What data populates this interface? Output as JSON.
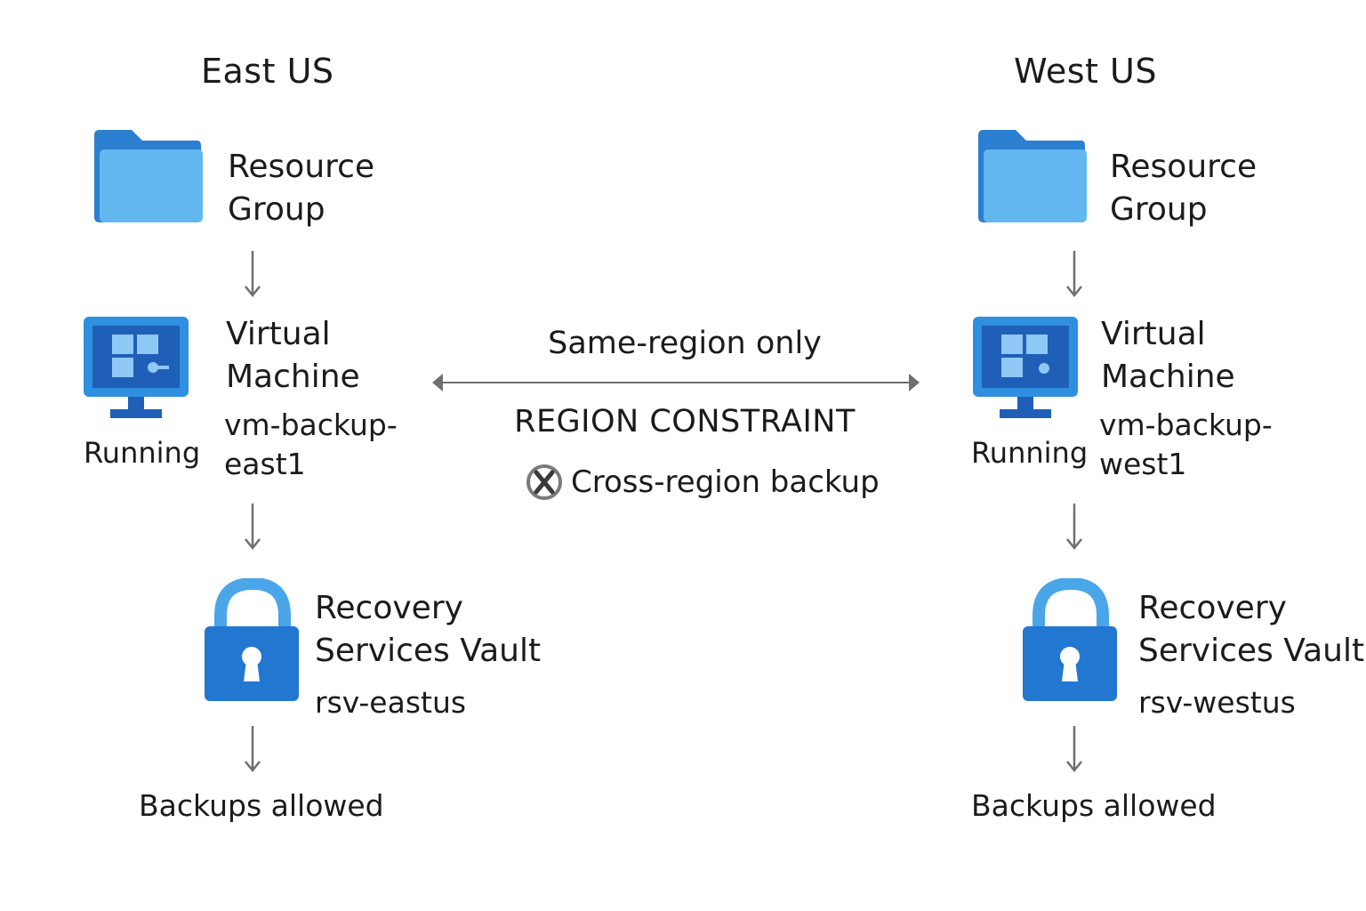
{
  "colors": {
    "folder_back": "#2b7fd0",
    "folder_front": "#62b7ef",
    "monitor": "#2f8fe0",
    "screen": "#1f5fb8",
    "tile": "#8fc8f5",
    "lock_body": "#2277d0",
    "lock_shackle": "#4aa6e8",
    "arrow": "#6f6f6f",
    "cross": "#7a7a7a"
  },
  "east": {
    "title": "East US",
    "rg_line1": "Resource",
    "rg_line2": "Group",
    "vm_line1": "Virtual",
    "vm_line2": "Machine",
    "vm_name_line1": "vm-backup-",
    "vm_name_line2": "east1",
    "vm_status": "Running",
    "vault_line1": "Recovery",
    "vault_line2": "Services Vault",
    "vault_name": "rsv-eastus",
    "backup_status": "Backups allowed"
  },
  "west": {
    "title": "West US",
    "rg_line1": "Resource",
    "rg_line2": "Group",
    "vm_line1": "Virtual",
    "vm_line2": "Machine",
    "vm_name_line1": "vm-backup-",
    "vm_name_line2": "west1",
    "vm_status": "Running",
    "vault_line1": "Recovery",
    "vault_line2": "Services Vault",
    "vault_name": "rsv-westus",
    "backup_status": "Backups allowed"
  },
  "middle": {
    "top_label": "Same-region only",
    "constraint_label": "REGION CONSTRAINT",
    "cross_region_label": "Cross-region backup",
    "cross_icon": "x-circle-icon"
  },
  "icons": {
    "resource_group": "folder-icon",
    "virtual_machine": "monitor-icon",
    "vault": "lock-icon",
    "flow": "arrow-down-icon"
  }
}
